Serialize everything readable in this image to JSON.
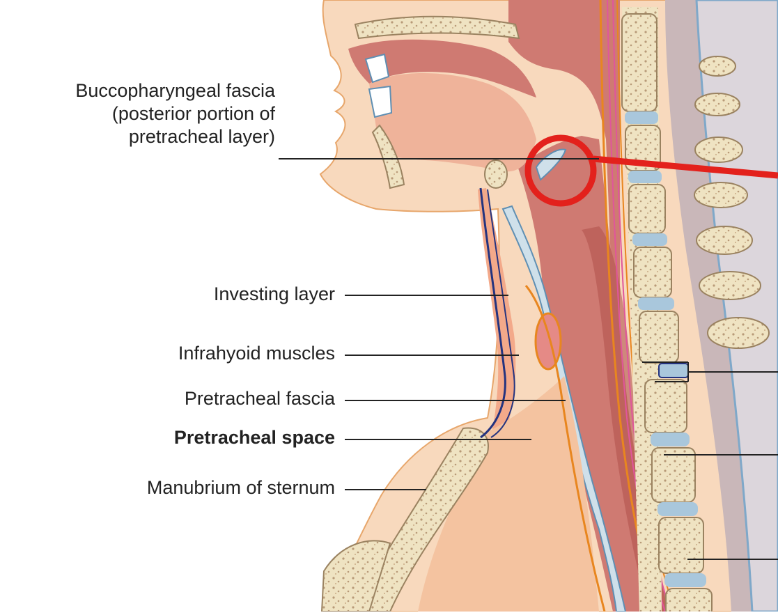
{
  "labels": {
    "buccopharyngeal_line1": "Buccopharyngeal fascia",
    "buccopharyngeal_line2": "(posterior portion of",
    "buccopharyngeal_line3": "pretracheal layer)",
    "investing_layer": "Investing layer",
    "infrahyoid_muscles": "Infrahyoid muscles",
    "pretracheal_fascia": "Pretracheal fascia",
    "pretracheal_space": "Pretracheal space",
    "manubrium": "Manubrium of sternum"
  },
  "colors": {
    "skin": "#f8d9bd",
    "pharynx": "#cf7a72",
    "bone": "#efe3c2",
    "bone_speckle": "#b89a78",
    "disc": "#a9c7dc",
    "fascia_orange": "#e8861f",
    "fascia_blue": "#24337f",
    "fascia_pink": "#e0569b",
    "cord": "#c8b8b8",
    "highlight_red": "#e3211c",
    "leader": "#222222"
  }
}
